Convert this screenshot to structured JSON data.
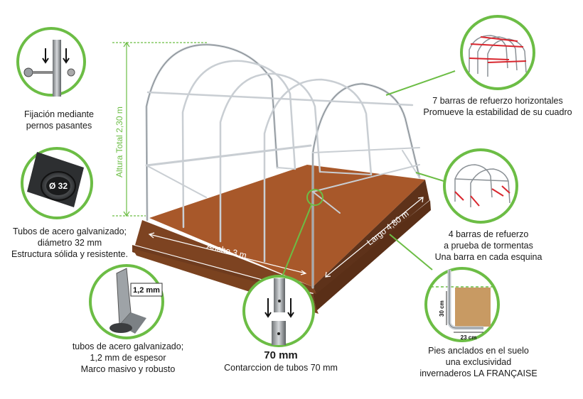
{
  "dimensions": {
    "height": "Altura Total 2,30 m",
    "width": "Ancho 3 m",
    "length": "Largo 4,80 m"
  },
  "callouts": {
    "bolts": {
      "line1": "Fijación mediante",
      "line2": "pernos pasantes"
    },
    "tube_diameter": {
      "badge": "Ø 32",
      "line1": "Tubos de acero galvanizado;",
      "line2": "diámetro 32 mm",
      "line3": "Estructura sólida y resistente."
    },
    "thickness": {
      "badge": "1,2 mm",
      "line1": "tubos de acero galvanizado;",
      "line2": "1,2 mm de espesor",
      "line3": "Marco masivo y robusto"
    },
    "connection": {
      "title": "70 mm",
      "line1": "Contarccion de tubos 70 mm"
    },
    "anchors": {
      "dim_vertical": "30 cm",
      "dim_horizontal": "23 cm",
      "line1": "Pies anclados en el suelo",
      "line2": "una exclusividad",
      "line3": "invernaderos LA FRANÇAISE"
    },
    "horizontal_bars": {
      "line1": "7 barras de refuerzo horizontales",
      "line2": "Promueve la estabilidad de su cuadro"
    },
    "storm_bars": {
      "line1": "4 barras de refuerzo",
      "line2": "a prueba de tormentas",
      "line3": "Una barra en cada esquina"
    }
  },
  "colors": {
    "accent_green": "#6cbd45",
    "soil": "#a8582a",
    "soil_side": "#6e3b1e",
    "frame": "#c9ced3",
    "reinforcement_red": "#d8262e"
  }
}
